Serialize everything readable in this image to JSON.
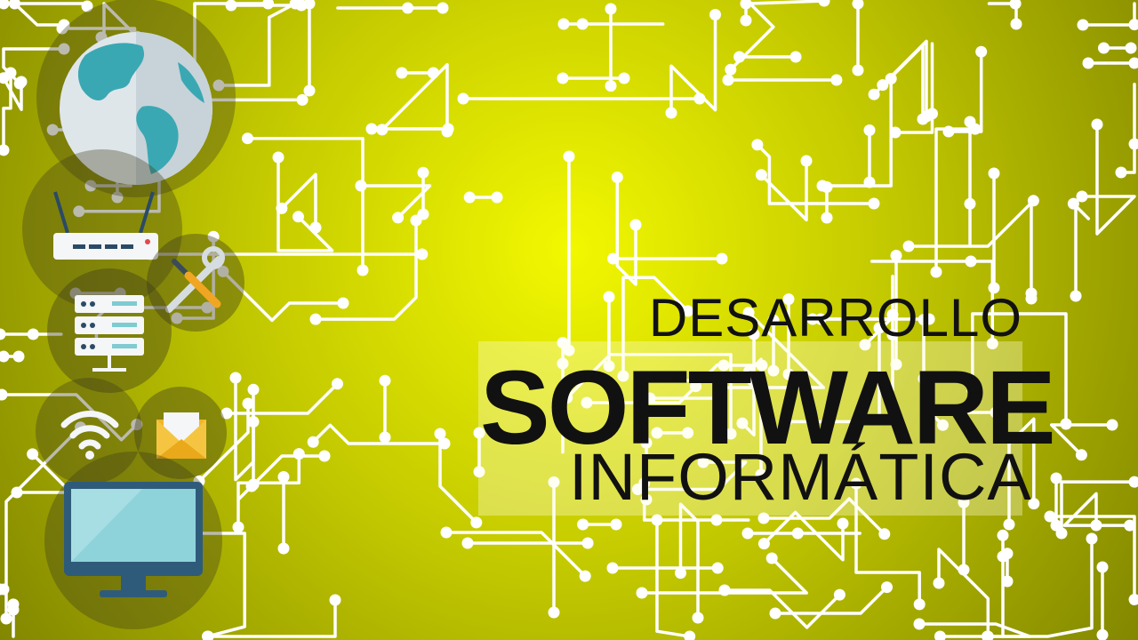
{
  "colors": {
    "bg_center": "#eef400",
    "bg_edge": "#8f9400",
    "trace": "#ffffff",
    "icon_bg": "#3b3a1a",
    "text": "#111111"
  },
  "title": {
    "line1": "DESARROLLO",
    "line2": "SOFTWARE",
    "line3": "INFORMÁTICA"
  },
  "icons": [
    "globe-icon",
    "router-icon",
    "tools-icon",
    "server-icon",
    "wifi-icon",
    "mail-icon",
    "monitor-icon"
  ]
}
